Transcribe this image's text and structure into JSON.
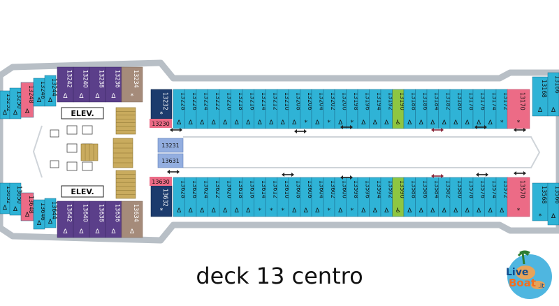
{
  "caption": "deck 13 centro",
  "logo_text": "Live Boat.it",
  "elevator_label": "ELEV.",
  "colors": {
    "blue": "#2fb3d6",
    "purple": "#5b3f8a",
    "taupe": "#a58b7a",
    "pink": "#ec6b86",
    "green": "#8ec641",
    "navy": "#1c3b6d",
    "light_blue": "#93aee0",
    "hull": "#b8bfc6",
    "stair": "#c9ab5e"
  },
  "top_row": [
    {
      "num": "13228",
      "mark": "Δ"
    },
    {
      "num": "13226",
      "mark": "Δ"
    },
    {
      "num": "13224",
      "mark": "Δ"
    },
    {
      "num": "13222",
      "mark": "Δ"
    },
    {
      "num": "13220",
      "mark": "Δ"
    },
    {
      "num": "13218",
      "mark": "Δ"
    },
    {
      "num": "13216",
      "mark": "Δ"
    },
    {
      "num": "13214",
      "mark": "Δ"
    },
    {
      "num": "13212",
      "mark": "Δ"
    },
    {
      "num": "13210",
      "mark": "Δ"
    },
    {
      "num": "13208",
      "mark": "Δ"
    },
    {
      "num": "13206",
      "mark": "*"
    },
    {
      "num": "13204",
      "mark": "Δ"
    },
    {
      "num": "13202",
      "mark": "*"
    },
    {
      "num": "13200",
      "mark": "Δ"
    },
    {
      "num": "13198",
      "mark": "*"
    },
    {
      "num": "13196",
      "mark": "Δ"
    },
    {
      "num": "13194",
      "mark": "Δ"
    },
    {
      "num": "13192",
      "mark": "Δ"
    },
    {
      "num": "13190",
      "mark": "♿"
    },
    {
      "num": "13188",
      "mark": "Δ"
    },
    {
      "num": "13186",
      "mark": "Δ"
    },
    {
      "num": "13184",
      "mark": "Δ"
    },
    {
      "num": "13182",
      "mark": "Δ"
    },
    {
      "num": "13180",
      "mark": "Δ"
    },
    {
      "num": "13178",
      "mark": "Δ"
    },
    {
      "num": "13176",
      "mark": "Δ"
    },
    {
      "num": "13174",
      "mark": "Δ"
    },
    {
      "num": "13172",
      "mark": "*"
    }
  ],
  "bottom_row": [
    {
      "num": "13628",
      "mark": "Δ"
    },
    {
      "num": "13626",
      "mark": "Δ"
    },
    {
      "num": "13624",
      "mark": "Δ"
    },
    {
      "num": "13622",
      "mark": "Δ"
    },
    {
      "num": "13620",
      "mark": "Δ"
    },
    {
      "num": "13618",
      "mark": "Δ"
    },
    {
      "num": "13616",
      "mark": "Δ"
    },
    {
      "num": "13614",
      "mark": "*"
    },
    {
      "num": "13612",
      "mark": "*"
    },
    {
      "num": "13610",
      "mark": "*"
    },
    {
      "num": "13608",
      "mark": "Δ"
    },
    {
      "num": "13606",
      "mark": "Δ"
    },
    {
      "num": "13604",
      "mark": "Δ"
    },
    {
      "num": "13602",
      "mark": "*"
    },
    {
      "num": "13600",
      "mark": "Δ"
    },
    {
      "num": "13598",
      "mark": "*"
    },
    {
      "num": "13596",
      "mark": "Δ"
    },
    {
      "num": "13594",
      "mark": "Δ"
    },
    {
      "num": "13592",
      "mark": "Δ"
    },
    {
      "num": "13590",
      "mark": "♿"
    },
    {
      "num": "13588",
      "mark": "Δ"
    },
    {
      "num": "13586",
      "mark": "Δ"
    },
    {
      "num": "13584",
      "mark": "Δ"
    },
    {
      "num": "13582",
      "mark": "Δ"
    },
    {
      "num": "13580",
      "mark": "Δ"
    },
    {
      "num": "13578",
      "mark": "Δ"
    },
    {
      "num": "13576",
      "mark": "Δ"
    },
    {
      "num": "13574",
      "mark": "Δ"
    },
    {
      "num": "13572",
      "mark": "Δ"
    }
  ],
  "top_suites": [
    {
      "num": "13242",
      "mark": "Δ"
    },
    {
      "num": "13240",
      "mark": "Δ"
    },
    {
      "num": "13238",
      "mark": "Δ"
    },
    {
      "num": "13236",
      "mark": "Δ"
    }
  ],
  "top_taupe": {
    "num": "13234",
    "mark": "*"
  },
  "bottom_suites": [
    {
      "num": "13642",
      "mark": "Δ"
    },
    {
      "num": "13640",
      "mark": "Δ"
    },
    {
      "num": "13638",
      "mark": "Δ"
    },
    {
      "num": "13636",
      "mark": "Δ"
    }
  ],
  "bottom_taupe": {
    "num": "13634",
    "mark": "Δ"
  },
  "left_top": [
    {
      "num": "13252",
      "mark": "Δ"
    },
    {
      "num": "13250",
      "mark": "Δ"
    },
    {
      "num": "13248",
      "mark": "Δ"
    },
    {
      "num": "13246",
      "mark": "Δ"
    },
    {
      "num": "13244",
      "mark": "Δ"
    }
  ],
  "left_bottom": [
    {
      "num": "13652",
      "mark": "Δ"
    },
    {
      "num": "13650",
      "mark": "Δ"
    },
    {
      "num": "13648",
      "mark": "Δ"
    },
    {
      "num": "13646",
      "mark": "Δ"
    },
    {
      "num": "13644",
      "mark": "Δ"
    }
  ],
  "navy_top": {
    "num": "13232",
    "mark": "*"
  },
  "navy_bottom": {
    "num": "13632",
    "mark": "*"
  },
  "pink_small_top": "13230",
  "pink_small_bottom": "13630",
  "center_boxes": [
    "13231",
    "13631"
  ],
  "right_pink_top": {
    "num": "13170",
    "mark": "*"
  },
  "right_pink_bottom": {
    "num": "13570",
    "mark": "*"
  },
  "right_top": [
    {
      "num": "13168",
      "mark": "Δ"
    },
    {
      "num": "13166",
      "mark": "Δ"
    }
  ],
  "right_bottom": [
    {
      "num": "13568",
      "mark": "*"
    },
    {
      "num": "13566",
      "mark": "Δ"
    }
  ]
}
